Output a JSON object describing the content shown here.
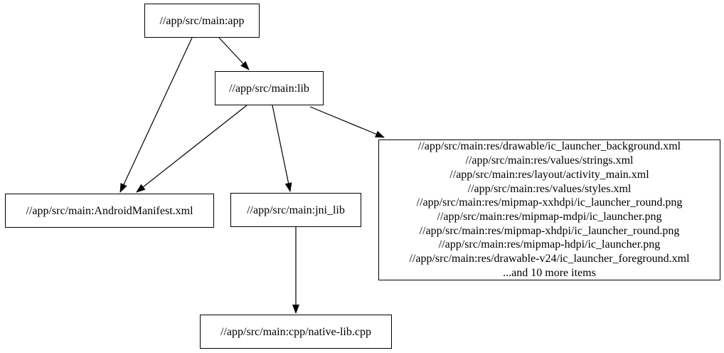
{
  "diagram": {
    "kind": "build-dependency-graph",
    "background_color": "#ffffff",
    "node_border_color": "#000000",
    "edge_color": "#000000",
    "text_color": "#000000",
    "nodes": {
      "app": {
        "label": "//app/src/main:app"
      },
      "lib": {
        "label": "//app/src/main:lib"
      },
      "manifest": {
        "label": "//app/src/main:AndroidManifest.xml"
      },
      "jni_lib": {
        "label": "//app/src/main:jni_lib"
      },
      "native_lib_cpp": {
        "label": "//app/src/main:cpp/native-lib.cpp"
      },
      "resources": {
        "lines": [
          "//app/src/main:res/drawable/ic_launcher_background.xml",
          "//app/src/main:res/values/strings.xml",
          "//app/src/main:res/layout/activity_main.xml",
          "//app/src/main:res/values/styles.xml",
          "//app/src/main:res/mipmap-xxhdpi/ic_launcher_round.png",
          "//app/src/main:res/mipmap-mdpi/ic_launcher.png",
          "//app/src/main:res/mipmap-xhdpi/ic_launcher_round.png",
          "//app/src/main:res/mipmap-hdpi/ic_launcher.png",
          "//app/src/main:res/drawable-v24/ic_launcher_foreground.xml",
          "...and 10 more items"
        ]
      }
    },
    "edges": [
      {
        "from": "app",
        "to": "lib"
      },
      {
        "from": "app",
        "to": "manifest"
      },
      {
        "from": "lib",
        "to": "manifest"
      },
      {
        "from": "lib",
        "to": "jni_lib"
      },
      {
        "from": "lib",
        "to": "resources"
      },
      {
        "from": "jni_lib",
        "to": "native_lib_cpp"
      }
    ]
  }
}
